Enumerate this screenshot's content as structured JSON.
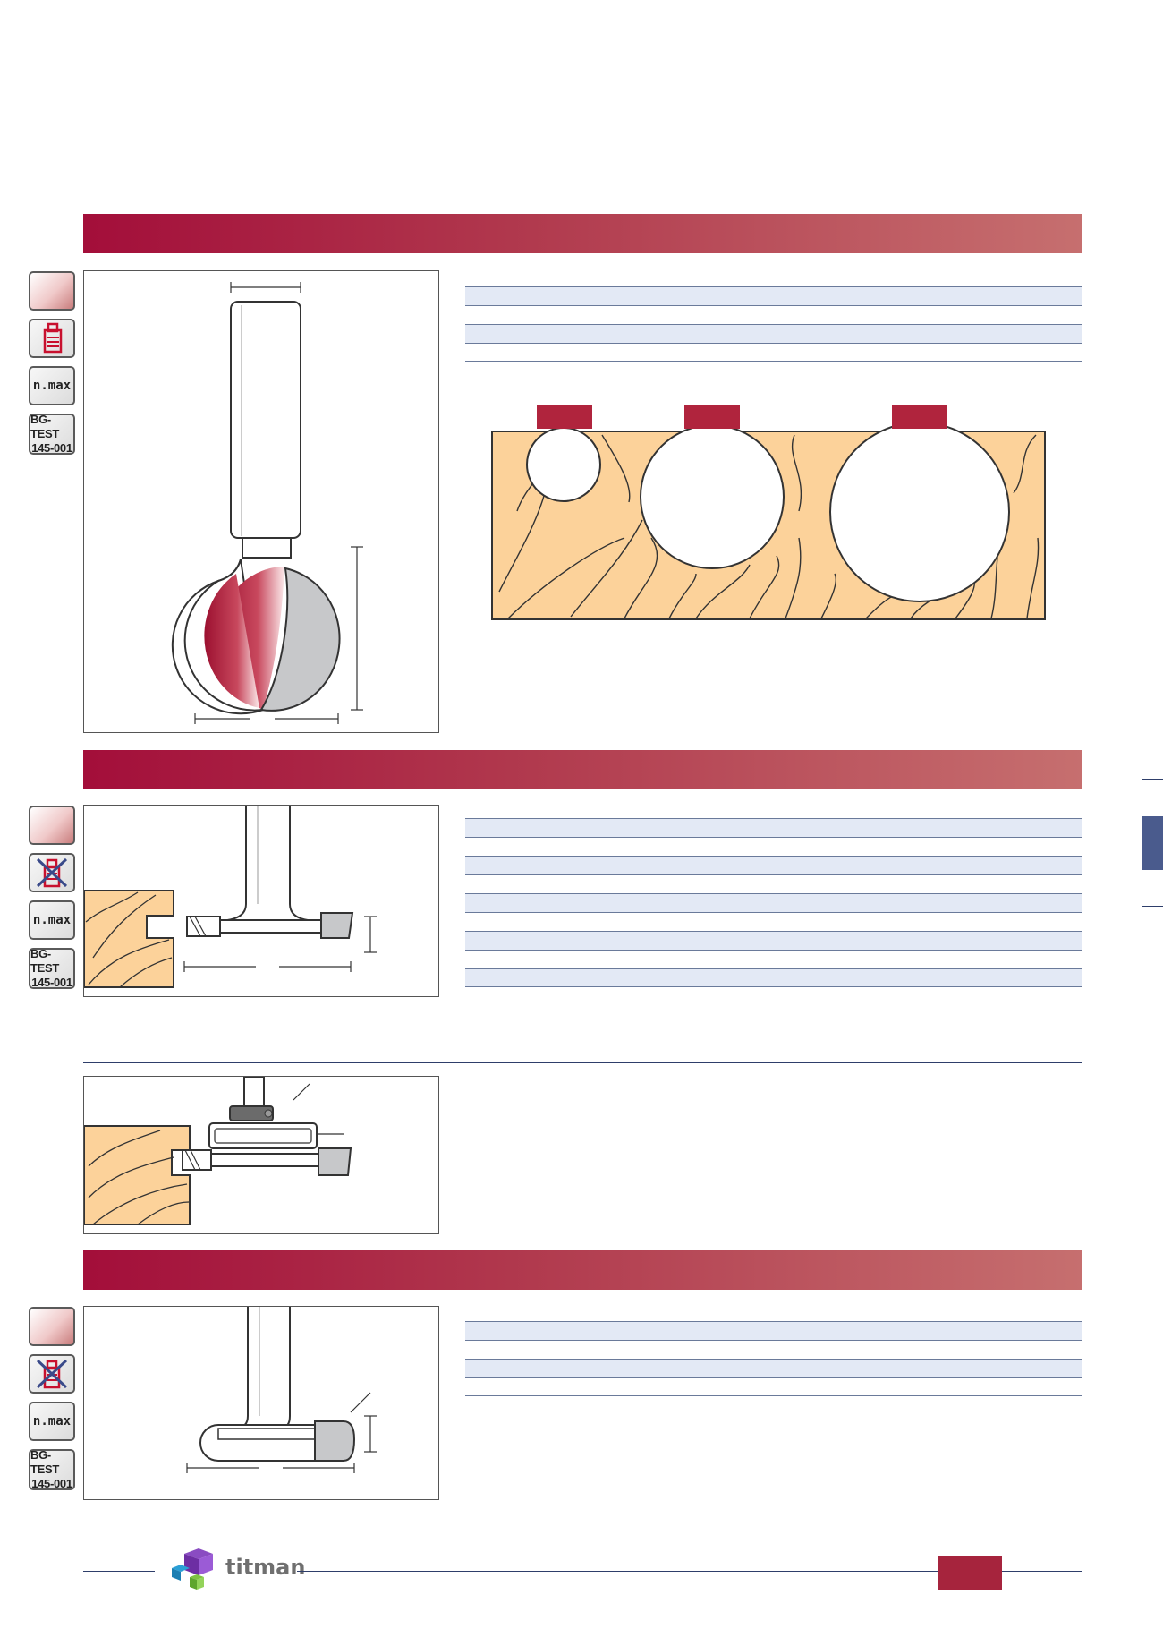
{
  "page": {
    "icons": {
      "nmax": "n.max",
      "bgtest_line1": "BG-TEST",
      "bgtest_line2": "145-001"
    },
    "brand": {
      "name": "titman"
    },
    "colors": {
      "header_band_start": "#a30e3a",
      "header_band_end": "#c66f6f",
      "table_shade": "#e3e9f5",
      "wood": "#fcd29a",
      "accent": "#a6243d",
      "side_tab": "#4a5b8d"
    }
  }
}
